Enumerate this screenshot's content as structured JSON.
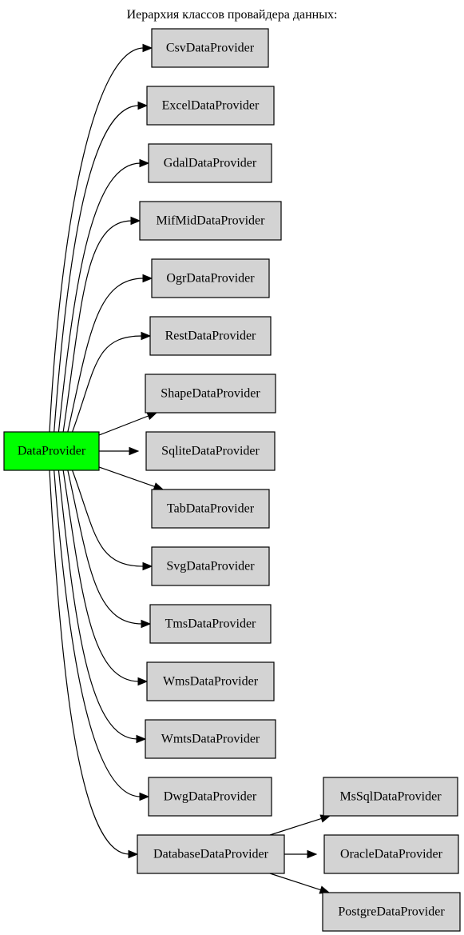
{
  "title": "Иерархия классов провайдера данных:",
  "colors": {
    "root_fill": "#00ff00",
    "node_fill": "#d3d3d3",
    "stroke": "#000000"
  },
  "nodes": [
    {
      "id": "DataProvider",
      "label": "DataProvider",
      "root": true
    },
    {
      "id": "CsvDataProvider",
      "label": "CsvDataProvider"
    },
    {
      "id": "ExcelDataProvider",
      "label": "ExcelDataProvider"
    },
    {
      "id": "GdalDataProvider",
      "label": "GdalDataProvider"
    },
    {
      "id": "MifMidDataProvider",
      "label": "MifMidDataProvider"
    },
    {
      "id": "OgrDataProvider",
      "label": "OgrDataProvider"
    },
    {
      "id": "RestDataProvider",
      "label": "RestDataProvider"
    },
    {
      "id": "ShapeDataProvider",
      "label": "ShapeDataProvider"
    },
    {
      "id": "SqliteDataProvider",
      "label": "SqliteDataProvider"
    },
    {
      "id": "TabDataProvider",
      "label": "TabDataProvider"
    },
    {
      "id": "SvgDataProvider",
      "label": "SvgDataProvider"
    },
    {
      "id": "TmsDataProvider",
      "label": "TmsDataProvider"
    },
    {
      "id": "WmsDataProvider",
      "label": "WmsDataProvider"
    },
    {
      "id": "WmtsDataProvider",
      "label": "WmtsDataProvider"
    },
    {
      "id": "DwgDataProvider",
      "label": "DwgDataProvider"
    },
    {
      "id": "DatabaseDataProvider",
      "label": "DatabaseDataProvider"
    },
    {
      "id": "MsSqlDataProvider",
      "label": "MsSqlDataProvider"
    },
    {
      "id": "OracleDataProvider",
      "label": "OracleDataProvider"
    },
    {
      "id": "PostgreDataProvider",
      "label": "PostgreDataProvider"
    }
  ],
  "edges": [
    {
      "from": "DataProvider",
      "to": "CsvDataProvider"
    },
    {
      "from": "DataProvider",
      "to": "ExcelDataProvider"
    },
    {
      "from": "DataProvider",
      "to": "GdalDataProvider"
    },
    {
      "from": "DataProvider",
      "to": "MifMidDataProvider"
    },
    {
      "from": "DataProvider",
      "to": "OgrDataProvider"
    },
    {
      "from": "DataProvider",
      "to": "RestDataProvider"
    },
    {
      "from": "DataProvider",
      "to": "ShapeDataProvider"
    },
    {
      "from": "DataProvider",
      "to": "SqliteDataProvider"
    },
    {
      "from": "DataProvider",
      "to": "TabDataProvider"
    },
    {
      "from": "DataProvider",
      "to": "SvgDataProvider"
    },
    {
      "from": "DataProvider",
      "to": "TmsDataProvider"
    },
    {
      "from": "DataProvider",
      "to": "WmsDataProvider"
    },
    {
      "from": "DataProvider",
      "to": "WmtsDataProvider"
    },
    {
      "from": "DataProvider",
      "to": "DwgDataProvider"
    },
    {
      "from": "DataProvider",
      "to": "DatabaseDataProvider"
    },
    {
      "from": "DatabaseDataProvider",
      "to": "MsSqlDataProvider"
    },
    {
      "from": "DatabaseDataProvider",
      "to": "OracleDataProvider"
    },
    {
      "from": "DatabaseDataProvider",
      "to": "PostgreDataProvider"
    }
  ]
}
